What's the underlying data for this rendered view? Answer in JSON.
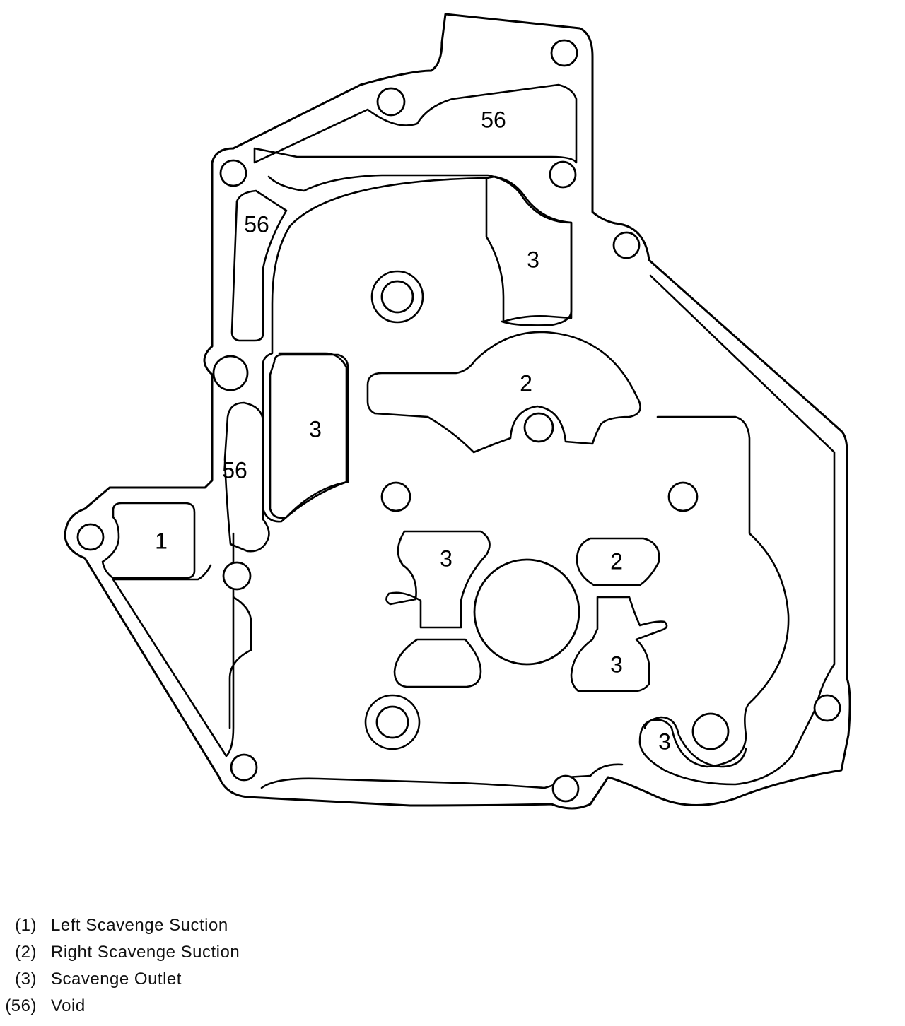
{
  "diagram": {
    "region_labels": {
      "void_top": "56",
      "void_upper_left": "56",
      "void_mid_left": "56",
      "outlet_upper_right": "3",
      "outlet_left": "3",
      "outlet_center": "3",
      "outlet_lower_center": "3",
      "outlet_bottom_right": "3",
      "right_suction_upper": "2",
      "right_suction_center": "2",
      "left_suction": "1"
    }
  },
  "legend": {
    "items": [
      {
        "num": "(1)",
        "text": "Left Scavenge Suction"
      },
      {
        "num": "(2)",
        "text": "Right Scavenge Suction"
      },
      {
        "num": "(3)",
        "text": "Scavenge Outlet"
      },
      {
        "num": "(56)",
        "text": "Void"
      }
    ]
  }
}
